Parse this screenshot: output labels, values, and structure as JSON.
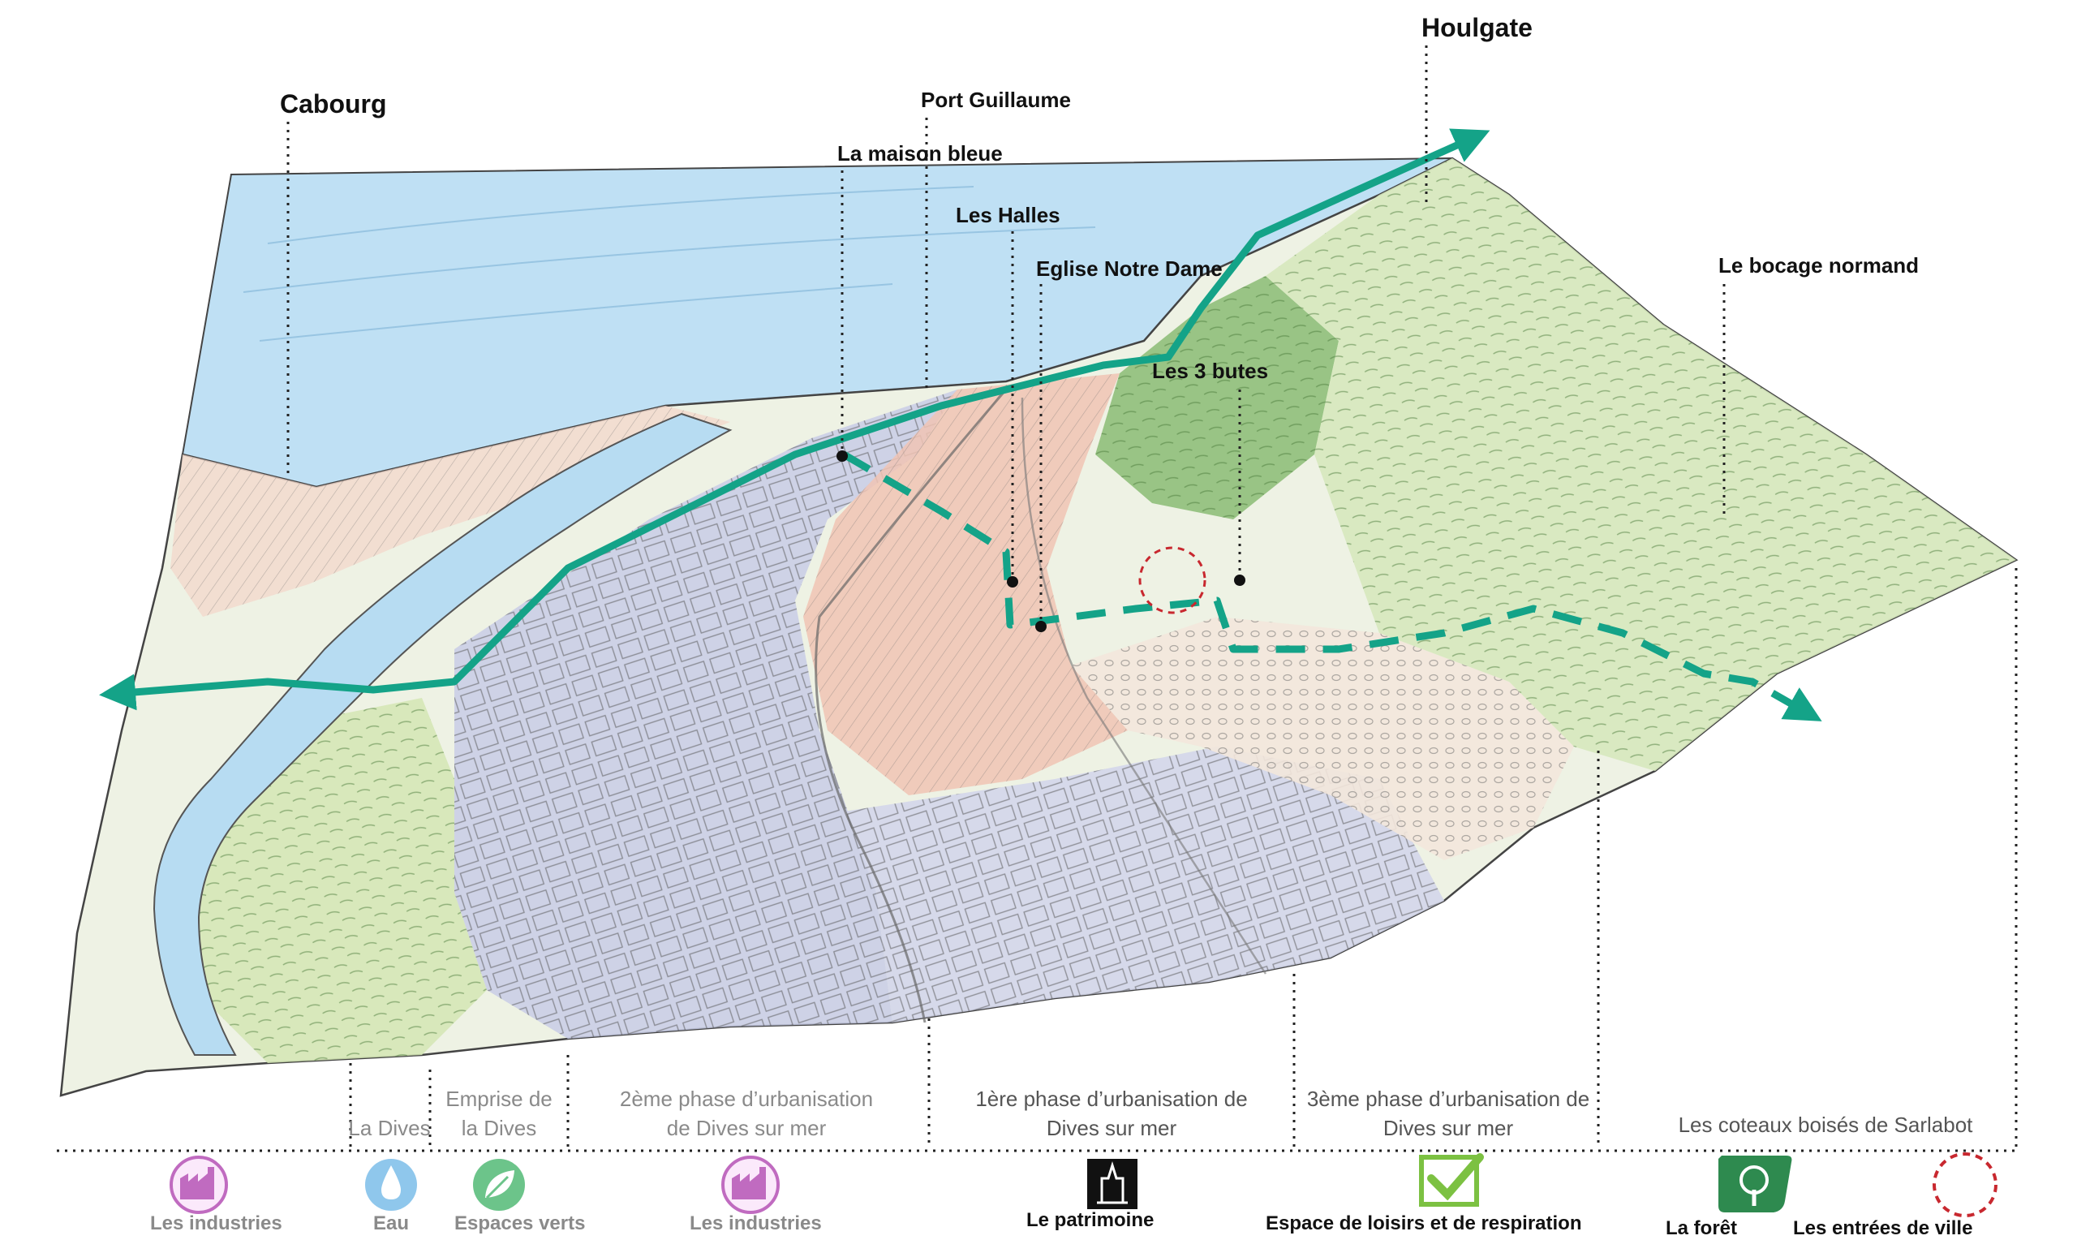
{
  "places": {
    "cabourg": "Cabourg",
    "houlgate": "Houlgate",
    "port_guillaume": "Port Guillaume",
    "maison_bleue": "La maison bleue",
    "les_halles": "Les Halles",
    "eglise": "Eglise Notre Dame",
    "trois_butes": "Les 3 butes",
    "bocage": "Le bocage normand"
  },
  "zones": {
    "la_dives": "La Dives",
    "emprise": "Emprise de\nla Dives",
    "phase2": "2ème phase d’urbanisation\nde Dives sur mer",
    "phase1": "1ère phase d’urbanisation de\nDives sur mer",
    "phase3": "3ème phase d’urbanisation de\nDives sur mer",
    "coteaux": "Les coteaux boisés de Sarlabot"
  },
  "legend": {
    "industries_1": "Les industries",
    "eau": "Eau",
    "espaces_verts": "Espaces verts",
    "industries_2": "Les industries",
    "patrimoine": "Le patrimoine",
    "loisirs": "Espace de loisirs et de respiration",
    "foret": "La forêt",
    "entrees": "Les entrées de ville"
  },
  "colors": {
    "route": "#14a388",
    "industry": "#c06bc0",
    "water": "#a9d3f0",
    "green": "#55b97a",
    "forest": "#2e8a4f",
    "loisirs": "#7cc142",
    "entree": "#c8282f",
    "urban_blue": "#b8bfdc",
    "urban_pink": "#e8b7a8",
    "bocage": "#cfe2b4"
  }
}
